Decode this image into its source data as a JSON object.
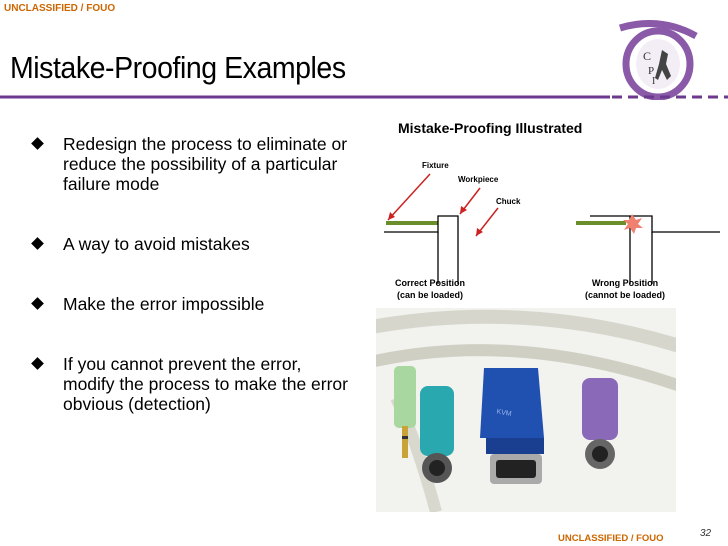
{
  "classification": {
    "top": "UNCLASSIFIED / FOUO",
    "bottom": "UNCLASSIFIED / FOUO"
  },
  "page_number": "32",
  "title": "Mistake-Proofing Examples",
  "logo": {
    "letters": "C P I",
    "icon": "ci-logo-emblem"
  },
  "bullets": [
    {
      "text": "Redesign the process to eliminate or reduce the possibility of a particular failure mode"
    },
    {
      "text": "A way to avoid mistakes"
    },
    {
      "text": "Make the error impossible"
    },
    {
      "text": "If you cannot prevent the error, modify the process to make the error obvious (detection)"
    }
  ],
  "diagram": {
    "title": "Mistake-Proofing Illustrated",
    "labels": {
      "fixture": "Fixture",
      "workpiece": "Workpiece",
      "chuck": "Chuck"
    },
    "correct": {
      "line1": "Correct Position",
      "line2": "(can be loaded)"
    },
    "wrong": {
      "line1": "Wrong Position",
      "line2": "(cannot be loaded)"
    }
  },
  "colors": {
    "accent_purple": "#6b3a8c",
    "classification": "#cc6600",
    "arrow_red": "#cc2222",
    "workpiece_green": "#6a8f2a"
  }
}
